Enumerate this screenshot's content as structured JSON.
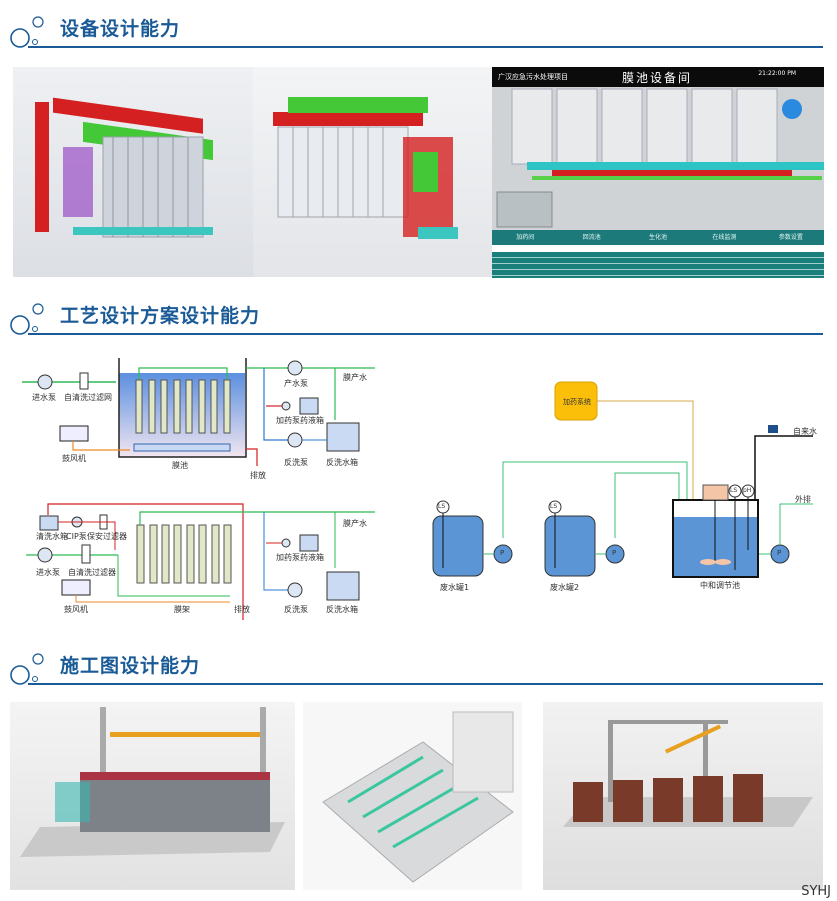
{
  "sections": [
    {
      "title": "设备设计能力"
    },
    {
      "title": "工艺设计方案设计能力"
    },
    {
      "title": "施工图设计能力"
    }
  ],
  "scada": {
    "project": "广汉应急污水处理项目",
    "title": "膜池设备间",
    "time": "21:22:00 PM",
    "tabs": [
      "加药间",
      "回流池",
      "生化池",
      "在线监测",
      "参数设置"
    ]
  },
  "process_top": {
    "inlet_pump": "进水泵",
    "filter": "自清洗过滤网",
    "blower": "鼓风机",
    "tank": "膜池",
    "product_pump": "产水泵",
    "product_water": "膜产水",
    "dosing_pump": "加药泵",
    "chem_tank": "药液箱",
    "backwash_pump": "反洗泵",
    "backwash_tank": "反洗水箱",
    "drain": "排放"
  },
  "process_bottom": {
    "clean_tank": "清洗水箱",
    "cip_pump": "CIP泵",
    "security_filter": "保安过滤器",
    "inlet_pump": "进水泵",
    "filter": "自清洗过滤器",
    "blower": "鼓风机",
    "rack": "膜架",
    "drain": "排放",
    "product_water": "膜产水",
    "dosing_pump": "加药泵",
    "chem_tank": "药液箱",
    "backwash_pump": "反洗泵",
    "backwash_tank": "反洗水箱"
  },
  "neutral": {
    "dosing": "加药系统",
    "tap_water": "自来水",
    "discharge": "外排",
    "tank1": "废水罐1",
    "tank2": "废水罐2",
    "basin": "中和调节池",
    "ls": "LS",
    "ph": "pH",
    "pump": "P"
  },
  "footer": "SYHJ"
}
